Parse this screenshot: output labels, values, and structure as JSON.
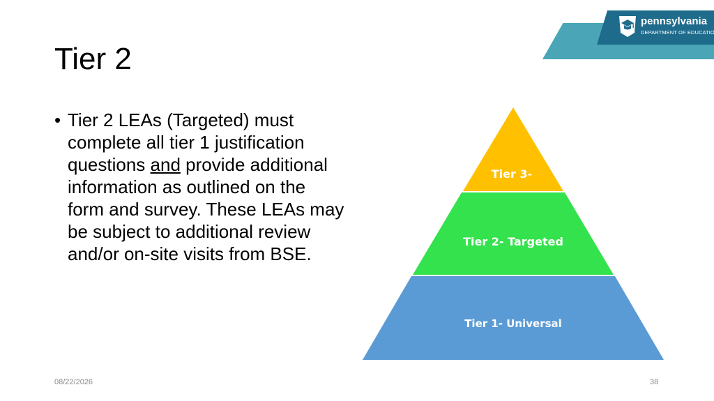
{
  "header": {
    "logo_name": "pennsylvania",
    "logo_subtitle": "DEPARTMENT OF EDUCATION",
    "banner_colors": {
      "light": "#4aa6b7",
      "dark": "#1e6b8c"
    }
  },
  "slide": {
    "title": "Tier 2",
    "bullet": {
      "text_before": "Tier 2 LEAs (Targeted) must complete all tier 1 justification questions ",
      "underlined": "and",
      "text_after": " provide additional information as outlined on the form and survey.  These LEAs may be subject to additional review and/or on-site visits from BSE."
    }
  },
  "pyramid": {
    "tiers": [
      {
        "label": "Tier 3-",
        "color": "#ffc000"
      },
      {
        "label": "Tier 2- Targeted",
        "color": "#33e24c"
      },
      {
        "label": "Tier 1- Universal",
        "color": "#5b9bd5"
      }
    ]
  },
  "footer": {
    "date": "08/22/2026",
    "page_number": "38"
  }
}
